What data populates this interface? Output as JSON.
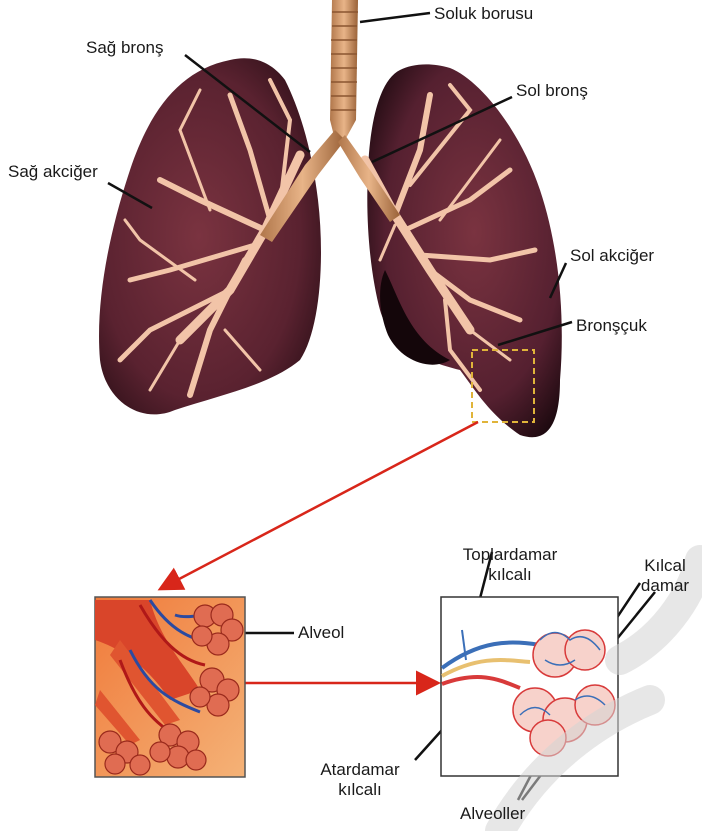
{
  "labels": {
    "trachea": "Soluk borusu",
    "right_bronchus": "Sağ bronş",
    "left_bronchus": "Sol bronş",
    "right_lung": "Sağ akciğer",
    "left_lung": "Sol akciğer",
    "bronchiole": "Bronşçuk",
    "alveol": "Alveol",
    "vein_capillary_line1": "Toplardamar",
    "vein_capillary_line2": "kılcalı",
    "capillary_line1": "Kılcal",
    "capillary_line2": "damar",
    "artery_capillary_line1": "Atardamar",
    "artery_capillary_line2": "kılcalı",
    "alveoli": "Alveoller"
  },
  "colors": {
    "lung": "#5a2230",
    "lung_dark": "#2e1018",
    "bronchi": "#f2c4a8",
    "arrow": "#d8261a",
    "zoom_box": "#e0b43a",
    "inset_bg": "#f08a46",
    "alveolus": "#e0604c",
    "vein": "#3b6fb8",
    "artery": "#d83a3a"
  },
  "icons": [
    "arrow-icon"
  ]
}
